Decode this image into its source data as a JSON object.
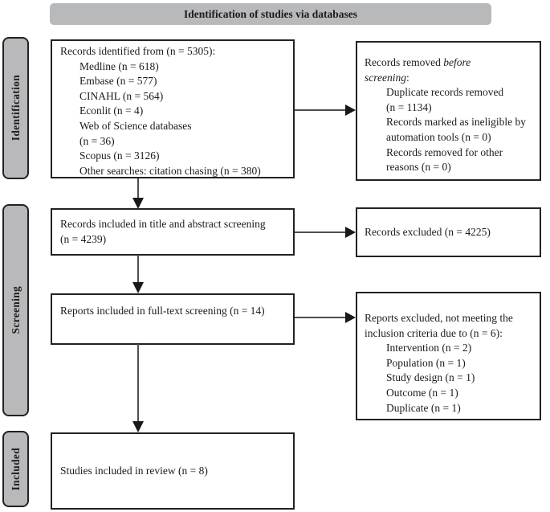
{
  "header": {
    "title": "Identification of studies via databases"
  },
  "stages": {
    "identification": "Identification",
    "screening": "Screening",
    "included": "Included"
  },
  "boxes": {
    "records_identified": {
      "title": "Records identified from (n = 5305):",
      "lines": [
        "Medline (n = 618)",
        "Embase (n = 577)",
        "CINAHL (n = 564)",
        "Econlit (n = 4)",
        "Web of Science databases",
        "(n = 36)",
        "Scopus (n = 3126)",
        "Other searches: citation chasing (n = 380)"
      ]
    },
    "records_removed": {
      "title_prefix": "Records removed ",
      "title_italic": "before screening",
      "title_suffix": ":",
      "items": [
        "Duplicate records removed (n = 1134)",
        "Records marked as ineligible by automation tools (n = 0)",
        "Records removed for other reasons (n = 0)"
      ]
    },
    "title_abstract_screening": {
      "text": "Records included in title and abstract screening (n = 4239)"
    },
    "records_excluded": {
      "text": "Records excluded (n = 4225)"
    },
    "fulltext_screening": {
      "text": "Reports included in full-text screening (n = 14)"
    },
    "reports_excluded": {
      "title": "Reports excluded, not meeting the inclusion criteria due to (n = 6):",
      "items": [
        "Intervention (n = 2)",
        "Population (n = 1)",
        "Study design (n = 1)",
        "Outcome (n = 1)",
        "Duplicate (n = 1)"
      ]
    },
    "studies_included": {
      "text": "Studies included in review (n = 8)"
    }
  },
  "colors": {
    "panel_fill": "#b7b9bb",
    "border": "#242122",
    "arrow_line": "#4e4e50",
    "arrow_head": "#19191b",
    "box_background": "#ffffff",
    "text": "#1d1b1c"
  }
}
